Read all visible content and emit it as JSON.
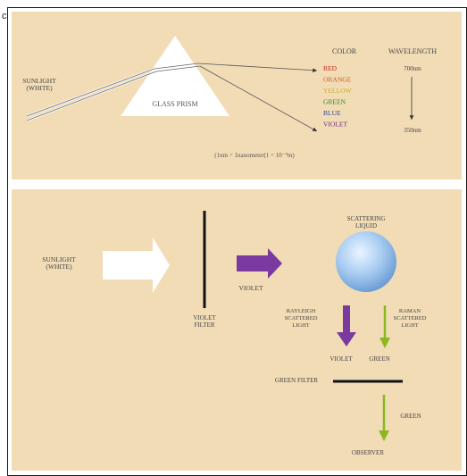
{
  "corner_mark": "c",
  "top": {
    "sunlight": [
      "SUNLIGHT",
      "(WHITE)"
    ],
    "prism_label": "GLASS PRISM",
    "color_header": "COLOR",
    "wavelength_header": "WAVELENGTH",
    "colors": [
      {
        "name": "RED",
        "hex": "#c8241c"
      },
      {
        "name": "ORANGE",
        "hex": "#d9581a"
      },
      {
        "name": "YELLOW",
        "hex": "#c8b21a"
      },
      {
        "name": "GREEN",
        "hex": "#2f8a2a"
      },
      {
        "name": "BLUE",
        "hex": "#2a4aa0"
      },
      {
        "name": "VIOLET",
        "hex": "#6a2a8a"
      }
    ],
    "wl_top": "700nm",
    "wl_bottom": "350nm",
    "unit_note": "(1nm = 1nanometer(1 = 10⁻⁹m)"
  },
  "bottom": {
    "sunlight": [
      "SUNLIGHT",
      "(WHITE)"
    ],
    "violet_filter": [
      "VIOLET",
      "FILTER"
    ],
    "violet_arrow_label": "VIOLET",
    "scattering": [
      "SCATTERING",
      "LIQUID"
    ],
    "rayleigh": [
      "RAYLEIGH",
      "SCATTERED",
      "LIGHT"
    ],
    "raman": [
      "RAMAN",
      "SCATTERED",
      "LIGHT"
    ],
    "violet_label": "VIOLET",
    "green_label": "GREEN",
    "green_filter": "GREEN FILTER",
    "green_after": "GREEN",
    "observer": "OBSERVER",
    "colors": {
      "violet": "#7a3aa0",
      "green": "#8ab81e",
      "liquid": "#9fc6ee"
    }
  }
}
